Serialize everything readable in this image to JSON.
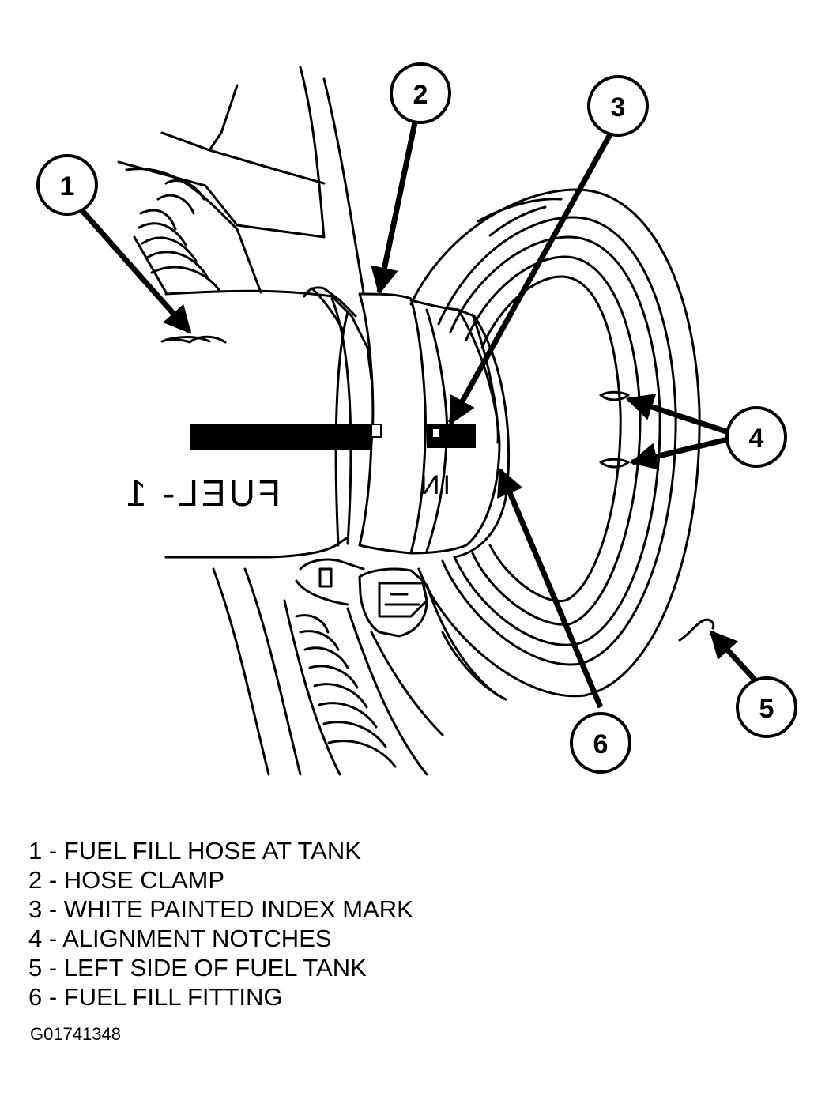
{
  "callouts": [
    {
      "number": "1"
    },
    {
      "number": "2"
    },
    {
      "number": "3"
    },
    {
      "number": "4"
    },
    {
      "number": "5"
    },
    {
      "number": "6"
    }
  ],
  "hose_marking": "FUEL- 1",
  "fitting_marking": "IN",
  "legend": [
    "1 - FUEL FILL HOSE AT TANK",
    "2 - HOSE CLAMP",
    "3 - WHITE PAINTED INDEX MARK",
    "4 - ALIGNMENT NOTCHES",
    "5 - LEFT SIDE OF FUEL TANK",
    "6 - FUEL FILL FITTING"
  ],
  "figure_code": "G01741348"
}
